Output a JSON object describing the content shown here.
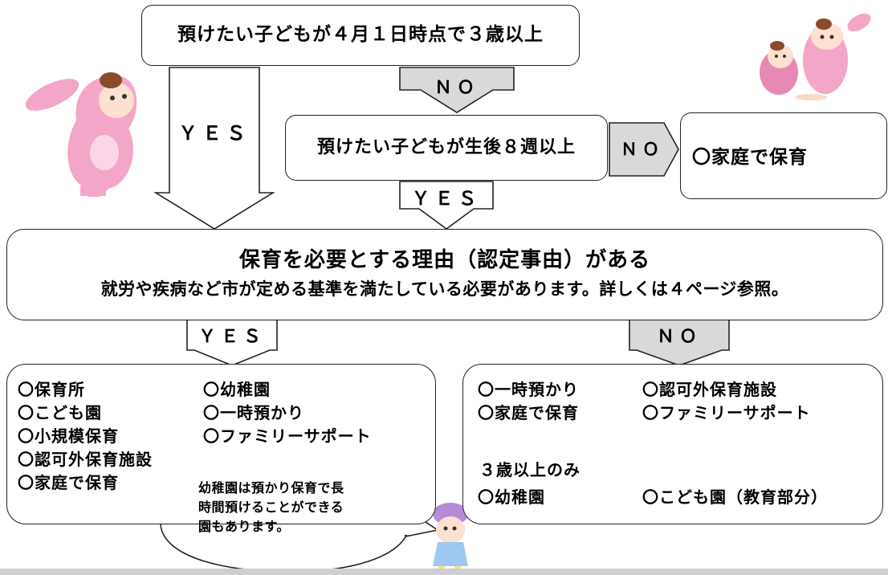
{
  "q1": "預けたい子どもが４月１日時点で３歳以上",
  "no1": "ＮＯ",
  "yes_left": "ＹＥＳ",
  "q2": "預けたい子どもが生後８週以上",
  "no2": "ＮＯ",
  "home_care": "〇家庭で保育",
  "yes2": "ＹＥＳ",
  "cert_title": "保育を必要とする理由（認定事由）がある",
  "cert_note": "就労や疾病など市が定める基準を満たしている必要があります。詳しくは４ページ参照。",
  "yes3": "ＹＥＳ",
  "no3": "ＮＯ",
  "yes_options": {
    "col1": [
      "〇保育所",
      "〇こども園",
      "〇小規模保育",
      "〇認可外保育施設",
      "〇家庭で保育"
    ],
    "col2": [
      "〇幼稚園",
      "〇一時預かり",
      "〇ファミリーサポート"
    ]
  },
  "no_options": {
    "col1": [
      "〇一時預かり",
      "〇家庭で保育"
    ],
    "col2": [
      "〇認可外保育施設",
      "〇ファミリーサポート"
    ],
    "age_label": "３歳以上のみ",
    "age_col1": "〇幼稚園",
    "age_col2": "〇こども園（教育部分）"
  },
  "bubble": [
    "幼稚園は預かり保育で長",
    "時間預けることができる",
    "園もあります。"
  ],
  "colors": {
    "mascot_pink": "#f4a6c8",
    "gray_arrow": "#d9d9d9",
    "mascot_purple": "#b78ad8"
  }
}
